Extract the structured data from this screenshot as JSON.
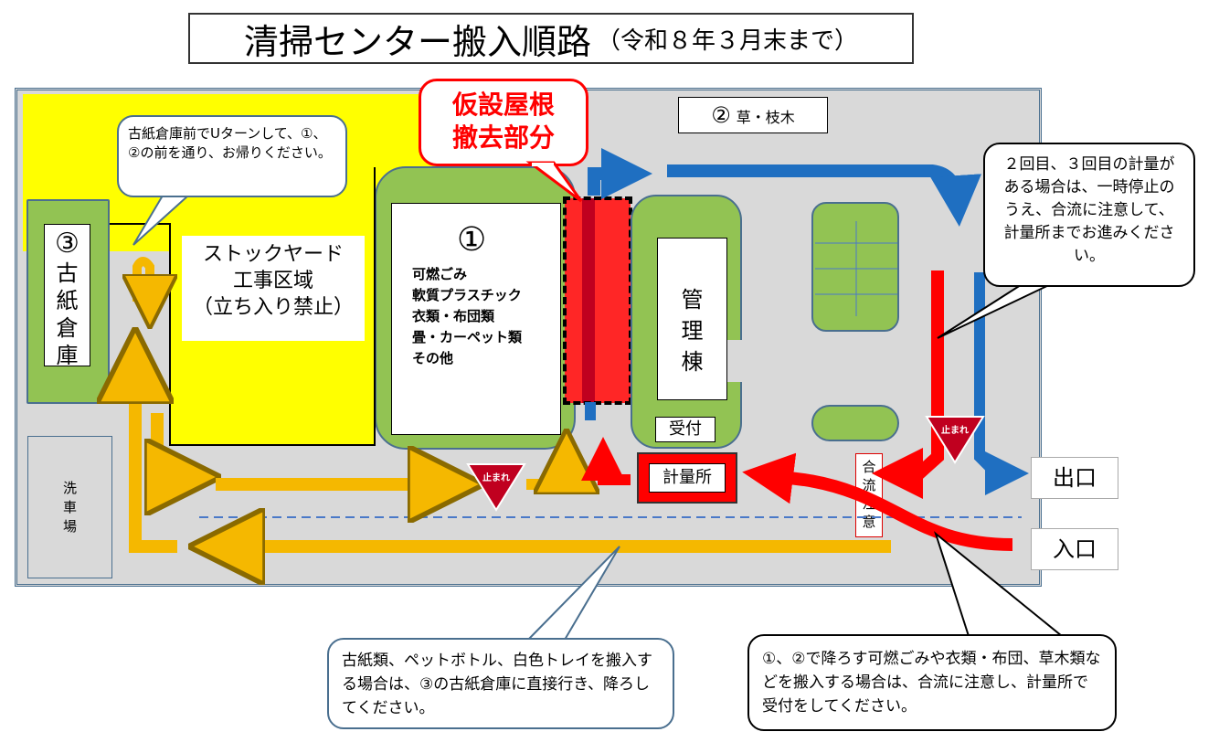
{
  "title": {
    "main": "清掃センター搬入順路",
    "sub": "（令和８年３月末まで）"
  },
  "stockyard": {
    "line1": "ストックヤード",
    "line2": "工事区域",
    "line3": "（立ち入り禁止）"
  },
  "building_paper": {
    "number": "③",
    "label": "古紙倉庫"
  },
  "car_wash": {
    "label": "洗車場"
  },
  "building_1": {
    "number": "①",
    "items": [
      "可燃ごみ",
      "軟質プラスチック",
      "衣類・布団類",
      "畳・カーペット類",
      "その他"
    ]
  },
  "temporary_roof": {
    "line1": "仮設屋根",
    "line2": "撤去部分"
  },
  "admin_building": {
    "label": "管理棟"
  },
  "reception": {
    "label": "受付"
  },
  "weighing_station": {
    "label": "計量所"
  },
  "grass_area": {
    "number": "②",
    "label": "草・枝木"
  },
  "merge_caution": {
    "label": "合流注意"
  },
  "exit": {
    "label": "出口"
  },
  "entrance": {
    "label": "入口"
  },
  "stop_sign": {
    "label": "止まれ"
  },
  "callouts": {
    "uturn": "古紙倉庫前でUターンして、①、②の前を通り、お帰りください。",
    "second_weigh": "２回目、３回目の計量がある場合は、一時停止のうえ、合流に注意して、計量所までお進みください。",
    "paper_direct": "古紙類、ペットボトル、白色トレイを搬入する場合は、③の古紙倉庫に直接行き、降ろしてください。",
    "burnable": "①、②で降ろす可燃ごみや衣類・布団、草木類などを搬入する場合は、合流に注意し、計量所で受付をしてください。"
  },
  "colors": {
    "route_yellow": "#f5b800",
    "route_red": "#ff0000",
    "route_blue": "#1f6fc1",
    "green": "#92c353",
    "road": "#d9d9d9"
  }
}
